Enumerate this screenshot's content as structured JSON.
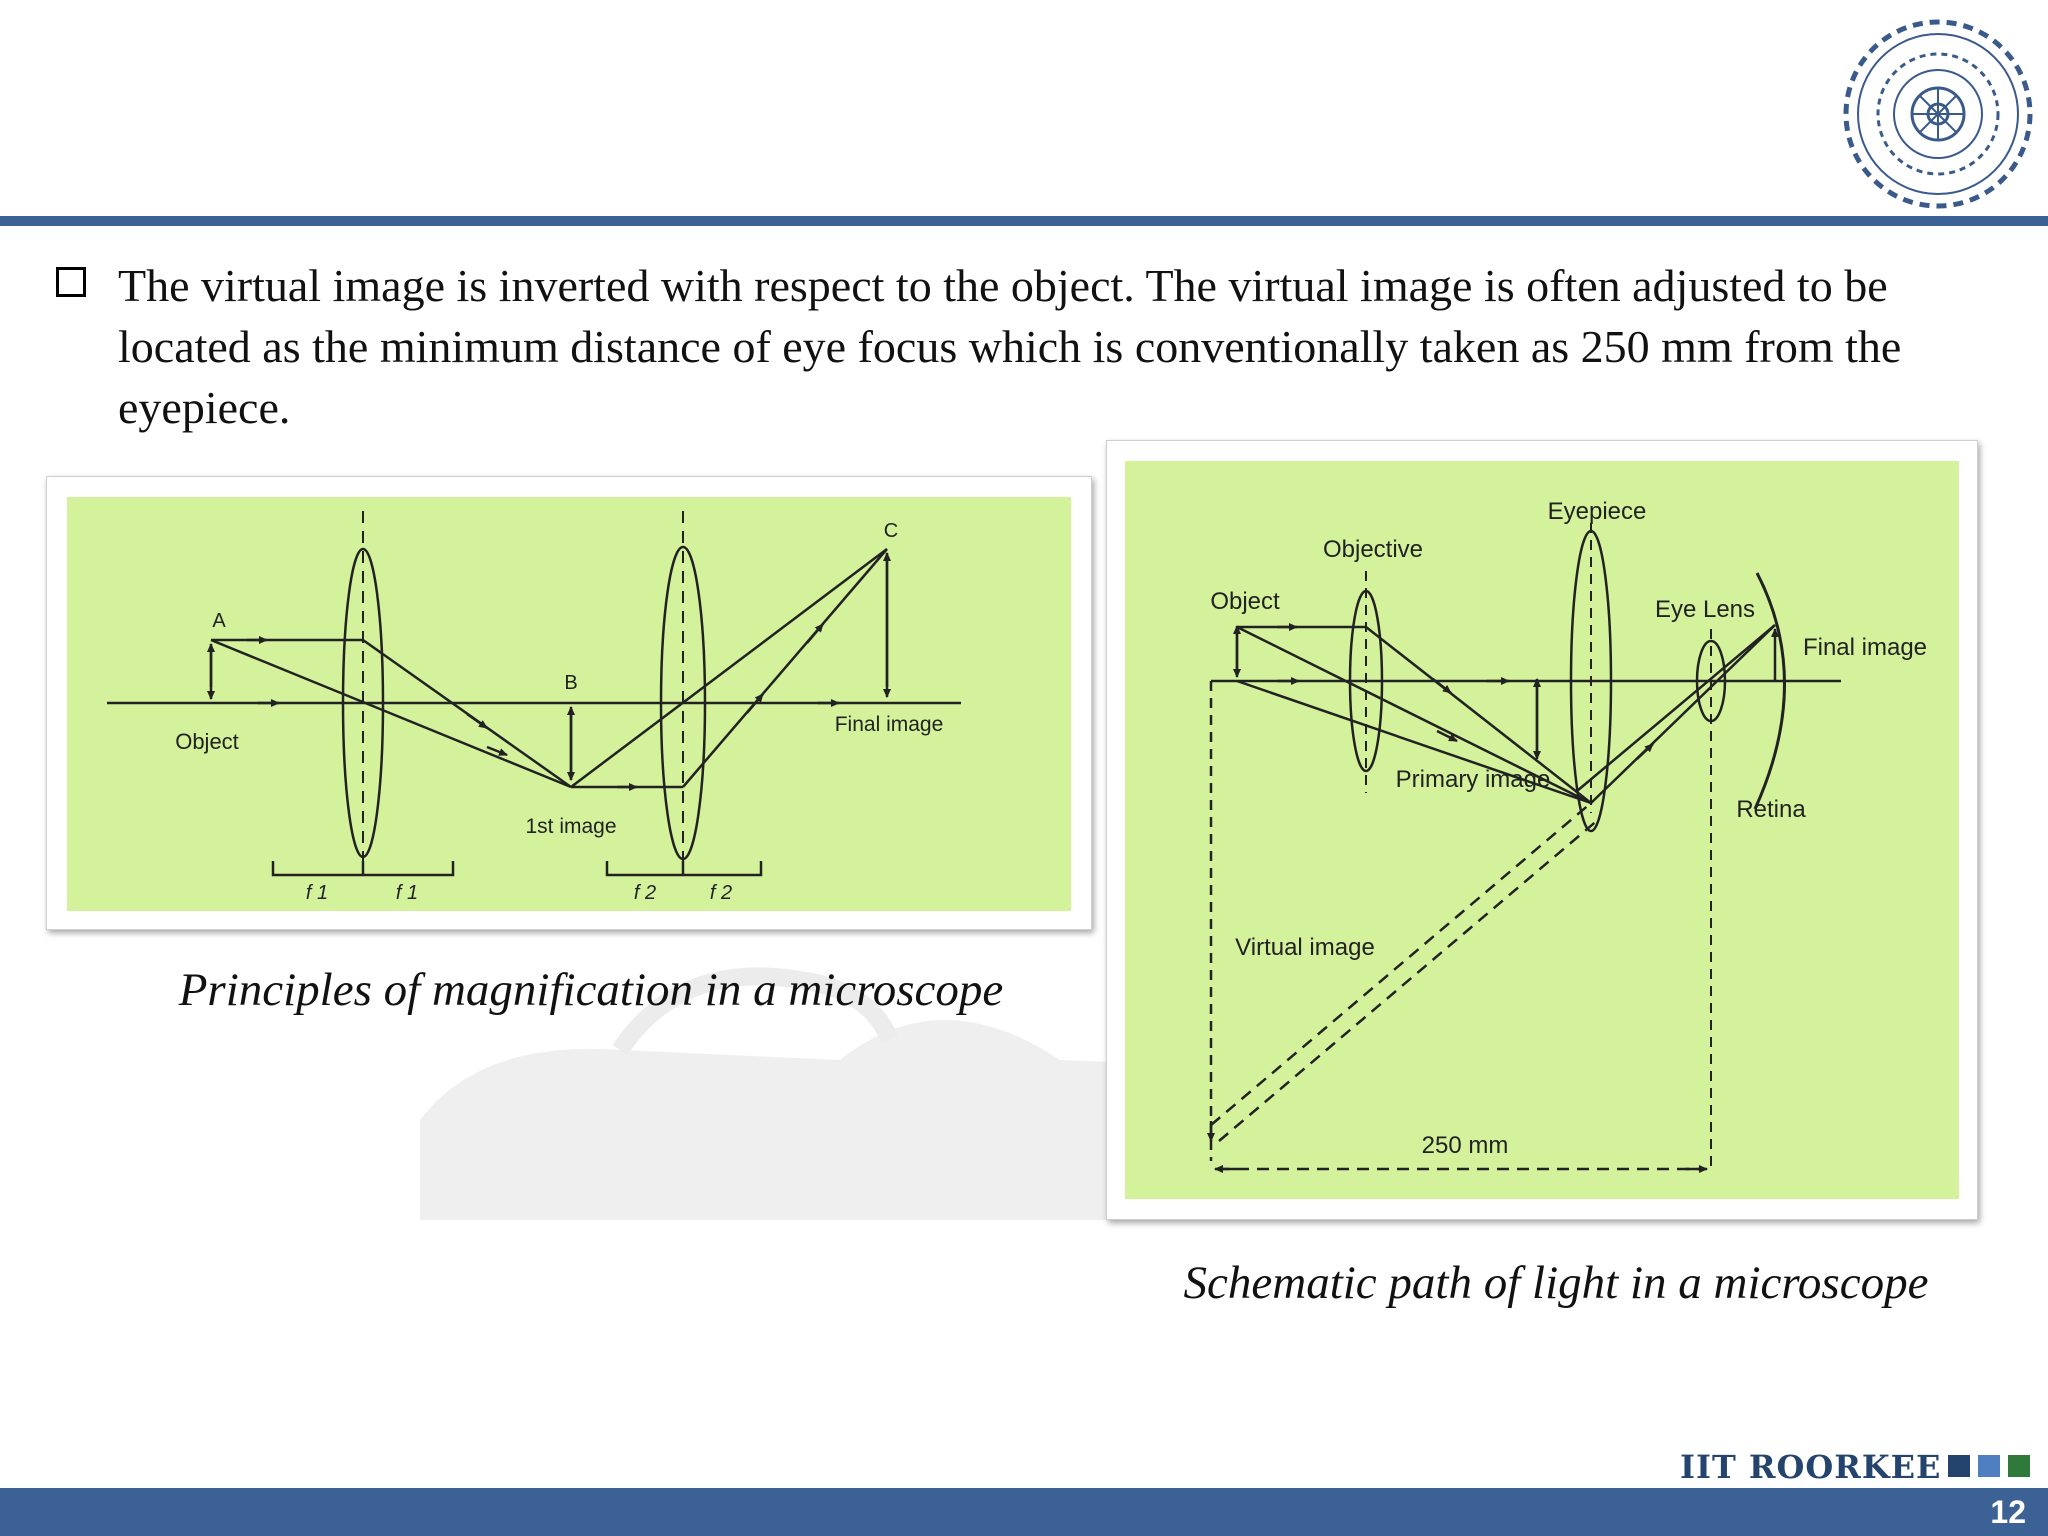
{
  "slide": {
    "bullet_text": "The virtual image is inverted with respect to the object. The virtual image is often adjusted to be located as the minimum distance of eye focus which is conventionally taken as 250 mm from the eyepiece.",
    "page_number": "12",
    "brand_text": "IIT ROORKEE"
  },
  "figure1": {
    "caption": "Principles of magnification in a microscope",
    "labels": {
      "a": "A",
      "b": "B",
      "c": "C",
      "object": "Object",
      "first_image": "1st image",
      "final_image": "Final image",
      "f1_left": "f 1",
      "f1_right": "f 1",
      "f2_left": "f 2",
      "f2_right": "f 2"
    }
  },
  "figure2": {
    "caption": "Schematic path of light in a microscope",
    "labels": {
      "eyepiece": "Eyepiece",
      "objective": "Objective",
      "object": "Object",
      "eye_lens": "Eye Lens",
      "final_image": "Final image",
      "primary_image": "Primary image",
      "retina": "Retina",
      "virtual_image": "Virtual image",
      "distance": "250 mm"
    }
  },
  "colors": {
    "accent": "#3c6195",
    "diagram_background": "#d4f29c",
    "logo_blue": "#3a5a8c",
    "brand_square_blue": "#24446e",
    "brand_square_light": "#4f7fc0",
    "brand_square_green": "#2f7a3a"
  }
}
